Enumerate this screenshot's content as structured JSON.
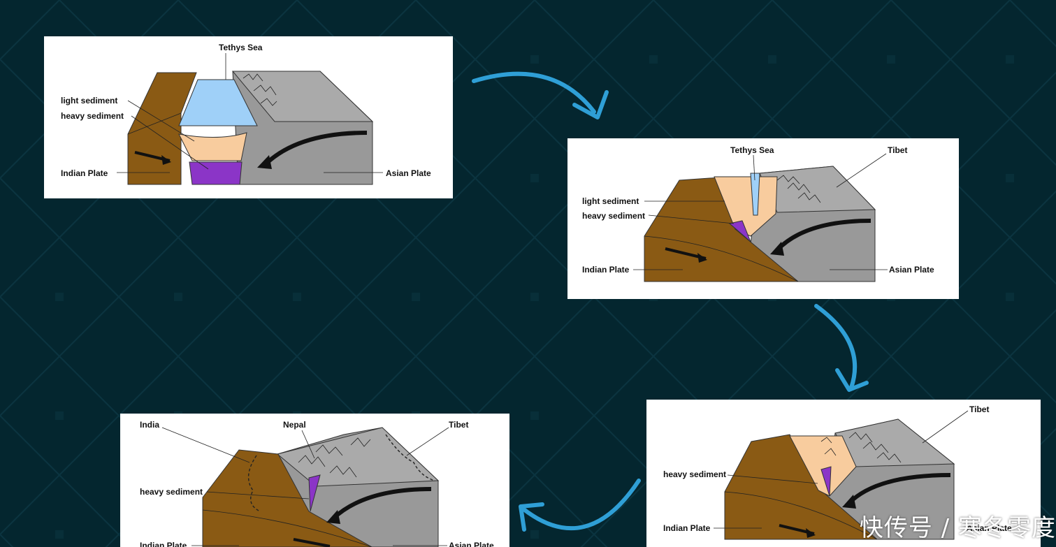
{
  "colors": {
    "background": "#04262f",
    "arrow": "#2f9fd6",
    "indian_plate": "#8a5a14",
    "asian_plate": "#999999",
    "sea": "#9fd0f8",
    "light_sediment": "#f8cc9e",
    "heavy_sediment": "#8b35c7"
  },
  "stages": [
    {
      "labels": {
        "tethys_sea": "Tethys Sea",
        "light_sediment": "light sediment",
        "heavy_sediment": "heavy sediment",
        "indian_plate": "Indian Plate",
        "asian_plate": "Asian Plate"
      }
    },
    {
      "labels": {
        "tethys_sea": "Tethys Sea",
        "tibet": "Tibet",
        "light_sediment": "light sediment",
        "heavy_sediment": "heavy sediment",
        "indian_plate": "Indian Plate",
        "asian_plate": "Asian Plate"
      }
    },
    {
      "labels": {
        "tibet": "Tibet",
        "heavy_sediment": "heavy sediment",
        "indian_plate": "Indian Plate",
        "asian_plate": "Asian Plate"
      }
    },
    {
      "labels": {
        "india": "India",
        "nepal": "Nepal",
        "tibet": "Tibet",
        "heavy_sediment": "heavy sediment",
        "indian_plate": "Indian Plate",
        "asian_plate": "Asian Plate"
      }
    }
  ],
  "watermark": "快传号 / 寒冬零度"
}
